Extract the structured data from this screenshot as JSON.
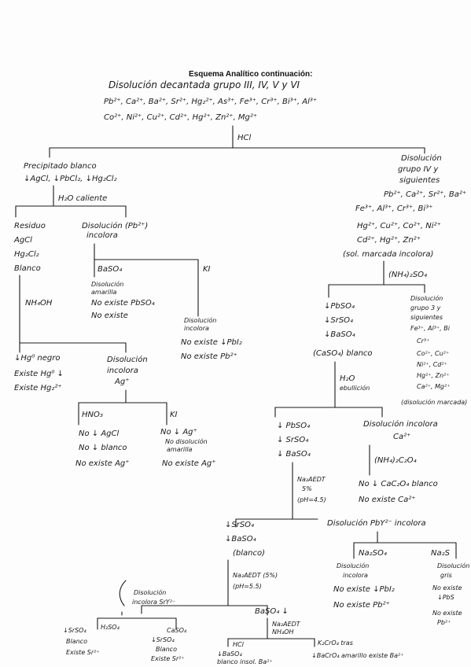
{
  "title": "Esquema Analítico continuación:",
  "header": {
    "line1": "Disolución decantada grupo III, IV, V y VI",
    "line2": "Pb²⁺, Ca²⁺, Ba²⁺, Sr²⁺, Hg₂²⁺, As³⁺, Fe³⁺, Cr³⁺, Bi³⁺, Al³⁺",
    "line3": "Co²⁺, Ni²⁺, Cu²⁺, Cd²⁺, Hg²⁺, Zn²⁺, Mg²⁺",
    "reagent": "HCl"
  },
  "left": {
    "precipitate": [
      "Precipitado blanco",
      "↓AgCl, ↓PbCl₂, ↓Hg₂Cl₂"
    ],
    "water": "H₂O caliente",
    "residue": [
      "Residuo",
      "AgCl",
      "Hg₂Cl₂",
      "Blanco"
    ],
    "solution_pb": [
      "Disolución (Pb²⁺)",
      "incolora"
    ],
    "baso4": "BaSO₄",
    "ki": "KI",
    "yellow": [
      "Disolución",
      "amarilla",
      "No existe PbSO₄",
      "No existe"
    ],
    "incolora_ki": [
      "Disolución",
      "incolora",
      "No existe ↓PbI₂",
      "No existe Pb²⁺"
    ],
    "nh4oh": "NH₄OH",
    "hg_black": [
      "↓Hg⁰ negro",
      "Existe Hg⁰ ↓",
      "Existe Hg₂²⁺"
    ],
    "sol_ag": [
      "Disolución",
      "incolora",
      "Ag⁺"
    ],
    "hno3": "HNO₃",
    "ki2": "KI",
    "no_agcl": [
      "No ↓ AgCl",
      "No ↓ blanco",
      "No existe Ag⁺"
    ],
    "no_ag": [
      "No ↓ Ag⁺",
      "No disolución",
      "amarilla",
      "No existe Ag⁺"
    ]
  },
  "right": {
    "sol_group": [
      "Disolución",
      "grupo IV y",
      "siguientes"
    ],
    "ions1": "Pb²⁺, Ca²⁺, Sr²⁺, Ba²⁺",
    "ions2": "Fe³⁺, Al³⁺, Cr³⁺, Bi³⁺",
    "ions3": "Hg²⁺, Cu²⁺, Co²⁺, Ni²⁺",
    "ions4": "Cd²⁺, Hg²⁺, Zn²⁺",
    "ions5": "(sol. marcada incolora)",
    "reagent2": "(NH₄)₂SO₄",
    "sulfates": [
      "↓PbSO₄",
      "↓SrSO₄",
      "↓BaSO₄",
      "(CaSO₄) blanco"
    ],
    "sol_group3": [
      "Disolución",
      "grupo 3 y",
      "siguientes",
      "Fe³⁺, Al³⁺, Bi",
      "Cr³⁺",
      "Co²⁺, Cu²⁺",
      "Ni²⁺, Cd²⁺",
      "Hg²⁺, Zn²⁺",
      "Ca²⁺, Mg²⁺",
      "(disolución marcada)"
    ],
    "h2o": [
      "H₂O",
      "ebullición"
    ],
    "sulfates2": [
      "↓ PbSO₄",
      "↓ SrSO₄",
      "↓ BaSO₄"
    ],
    "sol_ca": [
      "Disolución incolora",
      "Ca²⁺"
    ],
    "oxalate": "(NH₄)₂C₂O₄",
    "no_oxalate": [
      "No ↓ CaC₂O₄ blanco",
      "No existe Ca²⁺"
    ],
    "edta1": [
      "Na₂AEDT",
      "5%",
      "(pH=4.5)"
    ],
    "srba": [
      "↓SrSO₄",
      "↓BaSO₄",
      "(blanco)"
    ],
    "sol_pby": "Disolución PbY²⁻ incolora",
    "na2so4": "Na₂SO₄",
    "na2s": "Na₂S",
    "pb_left": [
      "Disolución",
      "incolora",
      "No existe ↓PbI₂",
      "No existe Pb²⁺"
    ],
    "pb_right": [
      "Disolución",
      "gris",
      "No existe",
      "↓PbS",
      "No existe",
      "Pb²⁺"
    ],
    "edta2": [
      "Na₂AEDT (5%)",
      "(pH=5.5)"
    ],
    "sol_sr": [
      "Disolución",
      "incolora SrY²⁻"
    ],
    "baso4b": "BaSO₄ ↓",
    "h2so4": "H₂SO₄",
    "caso4": "CaSO₄",
    "sr_white": [
      "↓SrSO₄",
      "Blanco",
      "Existe Sr²⁺"
    ],
    "sr_white2": [
      "↓SrSO₄",
      "Blanco",
      "Existe Sr²⁺"
    ],
    "edta3": [
      "Na₂AEDT",
      "NH₄OH"
    ],
    "hcl2": "HCl",
    "k2cr": "K₂CrO₄ tras",
    "ba_yellow": [
      "↓BaSO₄",
      "blanco insol. Ba²⁺"
    ],
    "ba_final": "↓BaCrO₄ amarillo existe Ba²⁺"
  }
}
